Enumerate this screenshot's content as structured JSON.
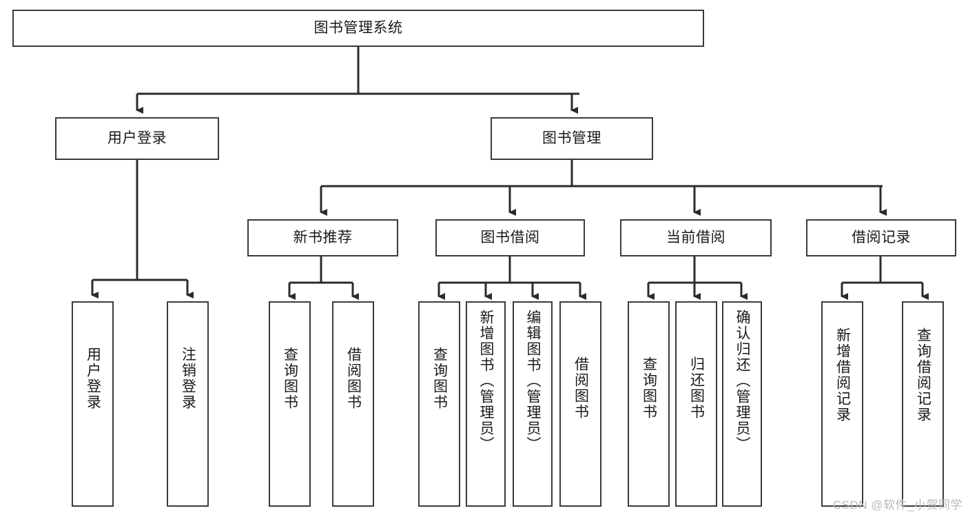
{
  "diagram": {
    "title": "图书管理系统",
    "watermark": "CSDN @软件_小贺同学",
    "colors": {
      "background": "#ffffff",
      "box_border": "#3a3a3a",
      "connector": "#2b2b2b",
      "text": "#1a1a1a",
      "watermark": "#b9b9b9"
    },
    "root": {
      "label": "图书管理系统"
    },
    "level2": [
      {
        "label": "用户登录"
      },
      {
        "label": "图书管理"
      }
    ],
    "level3": [
      {
        "label": "新书推荐"
      },
      {
        "label": "图书借阅"
      },
      {
        "label": "当前借阅"
      },
      {
        "label": "借阅记录"
      }
    ],
    "leaves": {
      "user_login": [
        {
          "label": "用户登录"
        },
        {
          "label": "注销登录"
        }
      ],
      "new_book_recommend": [
        {
          "label": "查询图书"
        },
        {
          "label": "借阅图书"
        }
      ],
      "book_borrow": [
        {
          "label": "查询图书"
        },
        {
          "label": "新增图书（管理员）"
        },
        {
          "label": "编辑图书（管理员）"
        },
        {
          "label": "借阅图书"
        }
      ],
      "current_borrow": [
        {
          "label": "查询图书"
        },
        {
          "label": "归还图书"
        },
        {
          "label": "确认归还（管理员）"
        }
      ],
      "borrow_record": [
        {
          "label": "新增借阅记录"
        },
        {
          "label": "查询借阅记录"
        }
      ]
    }
  }
}
